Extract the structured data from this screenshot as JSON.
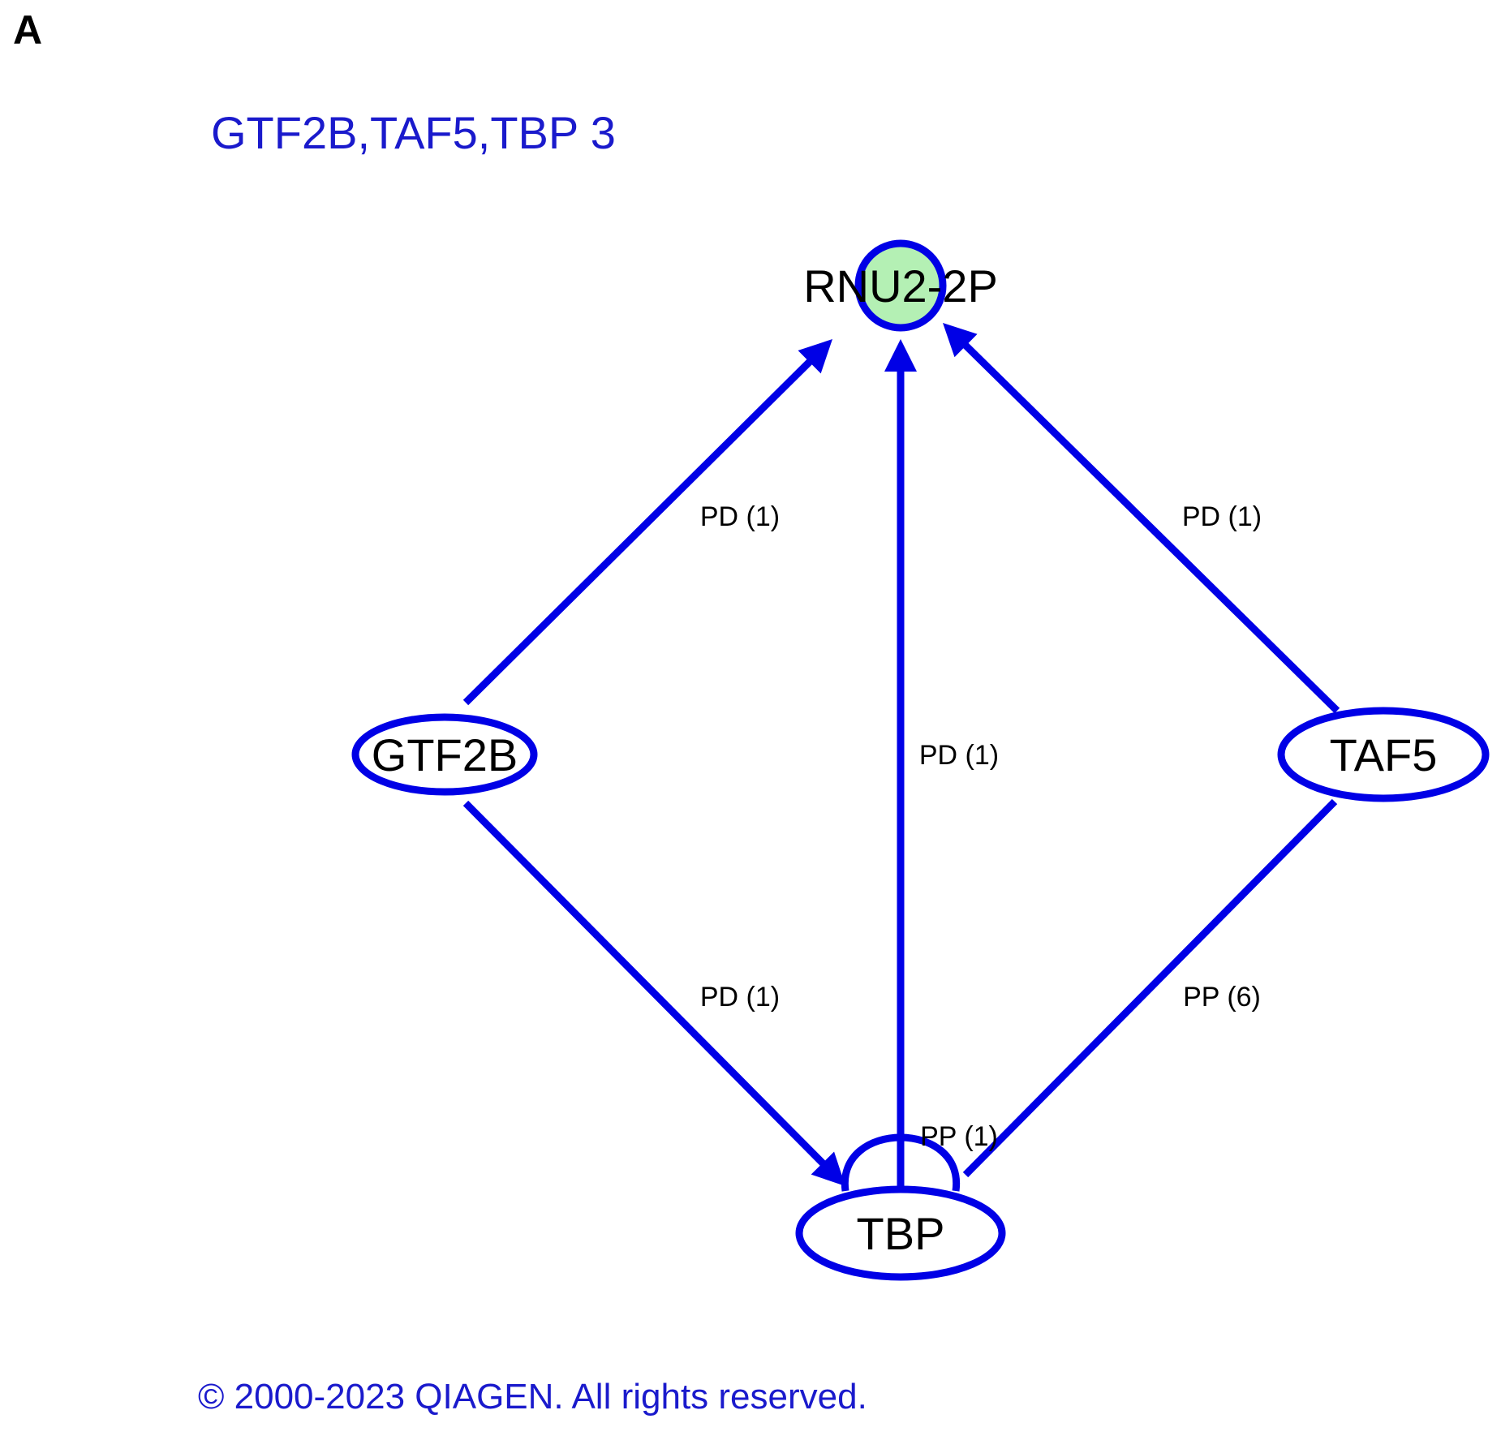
{
  "panel_letter": "A",
  "network": {
    "title": "GTF2B,TAF5,TBP 3",
    "edge_color": "#0000e6",
    "highlight_fill": "#b4f0b4",
    "nodes": [
      {
        "id": "RNU2-2P",
        "label": "RNU2-2P",
        "shape": "circle",
        "highlighted": true
      },
      {
        "id": "GTF2B",
        "label": "GTF2B",
        "shape": "ellipse",
        "highlighted": false
      },
      {
        "id": "TAF5",
        "label": "TAF5",
        "shape": "ellipse",
        "highlighted": false
      },
      {
        "id": "TBP",
        "label": "TBP",
        "shape": "ellipse",
        "highlighted": false
      }
    ],
    "edges": [
      {
        "from": "GTF2B",
        "to": "RNU2-2P",
        "label": "PD (1)",
        "directed": true
      },
      {
        "from": "TBP",
        "to": "RNU2-2P",
        "label": "PD (1)",
        "directed": true
      },
      {
        "from": "TAF5",
        "to": "RNU2-2P",
        "label": "PD (1)",
        "directed": true
      },
      {
        "from": "GTF2B",
        "to": "TBP",
        "label": "PD (1)",
        "directed": true
      },
      {
        "from": "TAF5",
        "to": "TBP",
        "label": "PP (6)",
        "directed": false
      },
      {
        "from": "TBP",
        "to": "TBP",
        "label": "PP (1)",
        "directed": false,
        "self_loop": true
      }
    ]
  },
  "copyright": "© 2000-2023 QIAGEN. All rights reserved."
}
